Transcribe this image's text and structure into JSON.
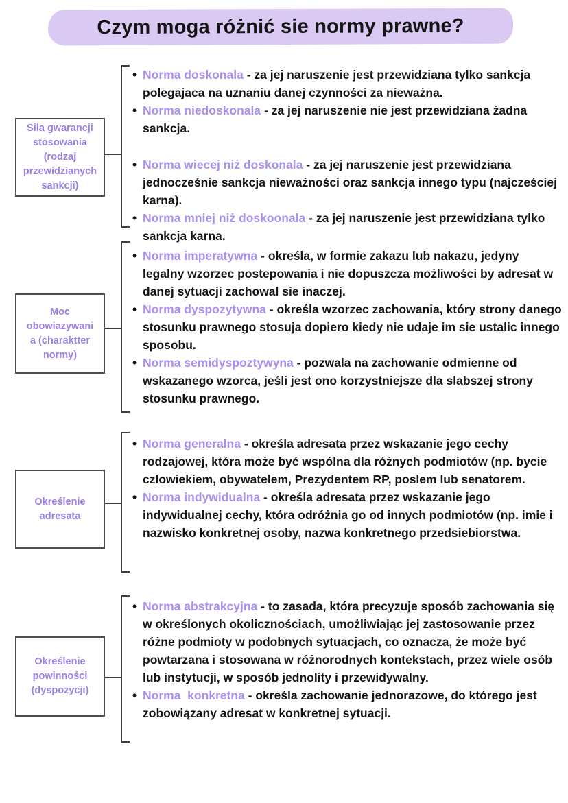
{
  "title": "Czym moga różnić sie normy prawne?",
  "colors": {
    "title_highlight": "#d9c9f3",
    "term_purple": "#aa90f0",
    "box_label_purple": "#9b80e5",
    "body_text": "#141414",
    "line_gray": "#3d3d3d"
  },
  "sections": [
    {
      "box_label": "Sila gwarancji\nstosowania\n(rodzaj\nprzewidzianych\nsankcji)",
      "groups": [
        {
          "items": [
            {
              "term": "Norma doskonala",
              "desc": "- za jej naruszenie jest przewidziana tylko sankcja polegajaca na uznaniu danej czynności za nieważna."
            },
            {
              "term": "Norma niedoskonala",
              "desc": "- za jej naruszenie nie jest przewidziana żadna sankcja."
            }
          ]
        },
        {
          "items": [
            {
              "term": "Norma wiecej niż doskonala",
              "desc": "- za jej naruszenie jest przewidziana jednocześnie sankcja nieważności oraz sankcja innego typu (najcześciej karna)."
            },
            {
              "term": "Norma mniej niż doskoonala",
              "desc": "- za jej naruszenie jest przewidziana tylko sankcja karna."
            }
          ]
        }
      ]
    },
    {
      "box_label": "Moc\nobowiazywani\na (charaktter\nnormy)",
      "groups": [
        {
          "items": [
            {
              "term": "Norma imperatywna",
              "desc": "- określa, w formie zakazu lub nakazu, jedyny legalny wzorzec postepowania i nie dopuszcza możliwości by adresat w danej sytuacji zachowal sie inaczej."
            },
            {
              "term": "Norma dyspozytywna",
              "desc": "- określa wzorzec zachowania, który strony danego stosunku prawnego stosuja dopiero kiedy nie udaje im sie ustalic innego sposobu."
            },
            {
              "term": "Norma semidyspoztywyna",
              "desc": "- pozwala na zachowanie odmienne od wskazanego wzorca, jeśli jest ono korzystniejsze dla slabszej strony stosunku prawnego."
            }
          ]
        }
      ]
    },
    {
      "box_label": "Określenie\nadresata",
      "groups": [
        {
          "items": [
            {
              "term": "Norma generalna",
              "desc": "- określa adresata przez wskazanie jego cechy rodzajowej, która może być wspólna dla różnych podmiotów (np. bycie czlowiekiem, obywatelem, Prezydentem RP, poslem lub senatorem."
            },
            {
              "term": "Norma indywidualna",
              "desc": "- określa adresata przez wskazanie jego indywidualnej cechy, która odróżnia go od innych podmiotów (np. imie i nazwisko konkretnej osoby, nazwa konkretnego przedsiebiorstwa."
            }
          ]
        }
      ]
    },
    {
      "box_label": "Określenie\npowinności\n(dyspozycji)",
      "groups": [
        {
          "items": [
            {
              "term": "Norma abstrakcyjna",
              "desc": "- to zasada, która precyzuje sposób zachowania się w określonych okolicznościach, umożliwiając jej zastosowanie przez różne podmioty w podobnych sytuacjach, co oznacza, że może być powtarzana i stosowana w różnorodnych kontekstach, przez wiele osób lub instytucji, w sposób jednolity i przewidywalny."
            },
            {
              "term": "Norma  konkretna",
              "desc": "- określa zachowanie jednorazowe, do którego jest zobowiązany adresat w konkretnej sytuacji."
            }
          ]
        }
      ]
    }
  ]
}
